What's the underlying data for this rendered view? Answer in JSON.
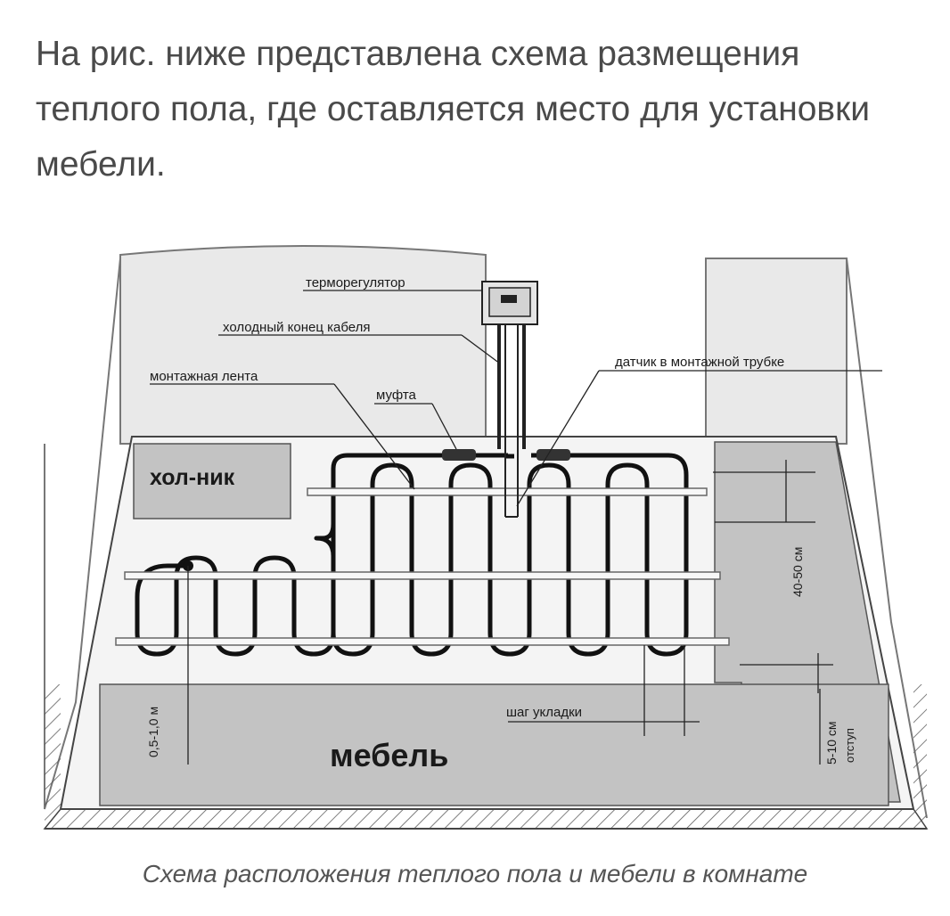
{
  "intro": {
    "line1": "На рис. ниже представлена схема размещения",
    "line2": "теплого пола, где оставляется место для установки",
    "line3": "мебели."
  },
  "diagram": {
    "labels": {
      "thermostat": "терморегулятор",
      "cold_cable_end": "холодный конец кабеля",
      "mounting_tape": "монтажная лента",
      "coupling": "муфта",
      "sensor_in_tube": "датчик в монтажной трубке",
      "fridge": "хол-ник",
      "furniture": "мебель",
      "laying_step": "шаг укладки",
      "wall_gap": "0,5-1,0 м",
      "furniture_gap": "40-50 см",
      "edge_gap": "5-10 см",
      "indent": "отступ"
    }
  },
  "caption": "Схема расположения теплого пола и мебели в комнате"
}
